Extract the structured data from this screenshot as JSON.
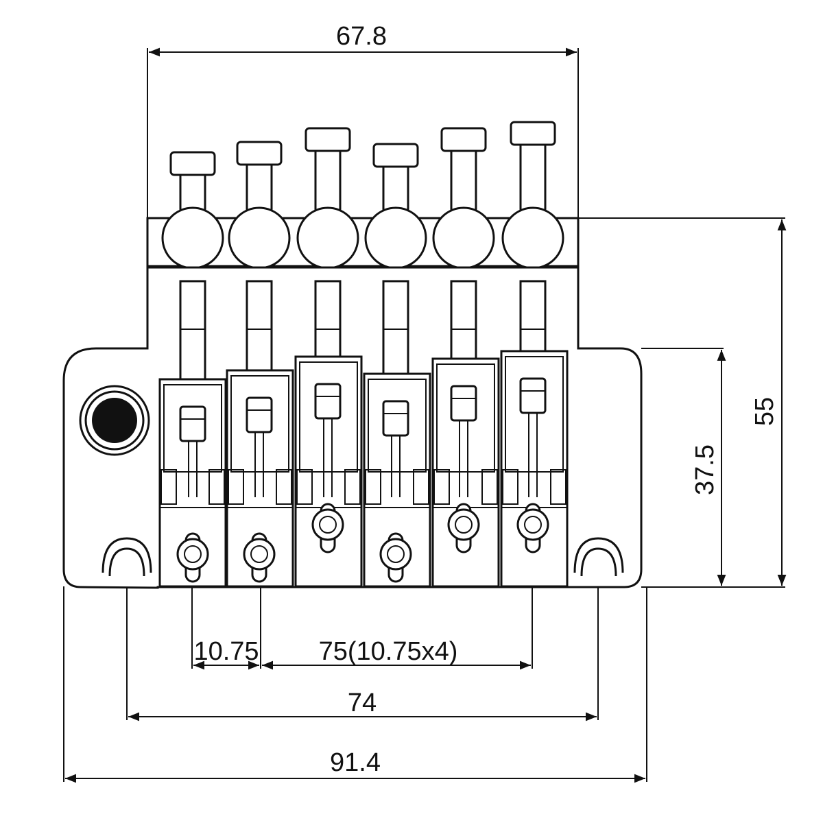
{
  "dimensions": {
    "top_width": "67.8",
    "overall_height": "55",
    "base_height": "37.5",
    "saddle_spacing": "10.75",
    "saddle_span": "75(10.75x4)",
    "stud_spacing": "74",
    "overall_width": "91.4"
  }
}
